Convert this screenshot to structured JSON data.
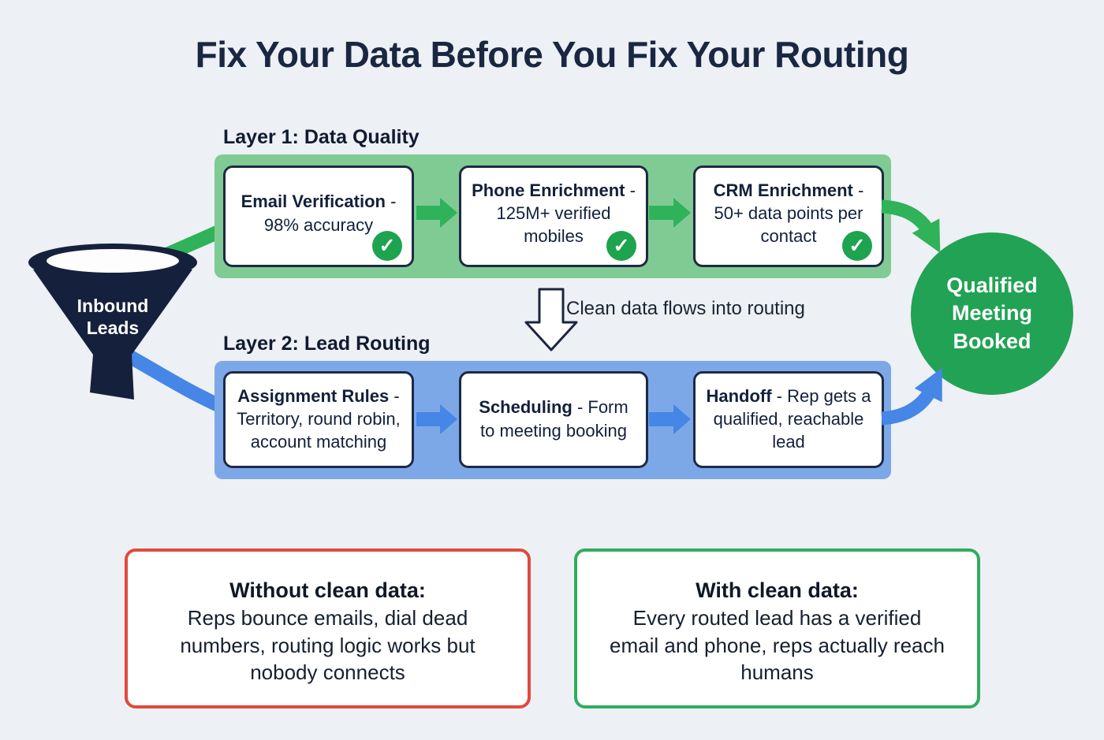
{
  "title": "Fix Your Data Before You Fix Your Routing",
  "funnel": {
    "label": "Inbound Leads"
  },
  "layer1": {
    "label": "Layer 1: Data Quality",
    "boxes": [
      {
        "title": "Email Verification",
        "rest": " - 98% accuracy"
      },
      {
        "title": "Phone Enrichment",
        "rest": " - 125M+ verified mobiles"
      },
      {
        "title": "CRM Enrichment",
        "rest": " - 50+ data points per contact"
      }
    ]
  },
  "flow_note": {
    "label": "Clean data flows into routing"
  },
  "layer2": {
    "label": "Layer 2: Lead Routing",
    "boxes": [
      {
        "title": "Assignment Rules",
        "rest": " - Territory, round robin, account matching"
      },
      {
        "title": "Scheduling",
        "rest": " - Form to meeting booking"
      },
      {
        "title": "Handoff",
        "rest": " - Rep gets a qualified, reachable lead"
      }
    ]
  },
  "outcome": {
    "label": "Qualified Meeting Booked"
  },
  "cards": {
    "without": {
      "title": "Without clean data:",
      "body": "Reps bounce emails, dial dead numbers, routing logic works but nobody connects"
    },
    "with": {
      "title": "With clean data:",
      "body": "Every routed lead has a verified email and phone, reps actually reach humans"
    }
  },
  "icons": {
    "check": "✓"
  },
  "colors": {
    "background": "#edf0f4",
    "heading": "#1a2742",
    "green_band": "#80cb94",
    "green_arrow": "#2fb259",
    "outcome_green": "#22a254",
    "blue_band": "#7da8e8",
    "blue_arrow": "#4586e6",
    "funnel_navy": "#15213c",
    "without_border": "#e04a3d",
    "with_border": "#2fad5c",
    "check_green": "#1ea34f"
  }
}
